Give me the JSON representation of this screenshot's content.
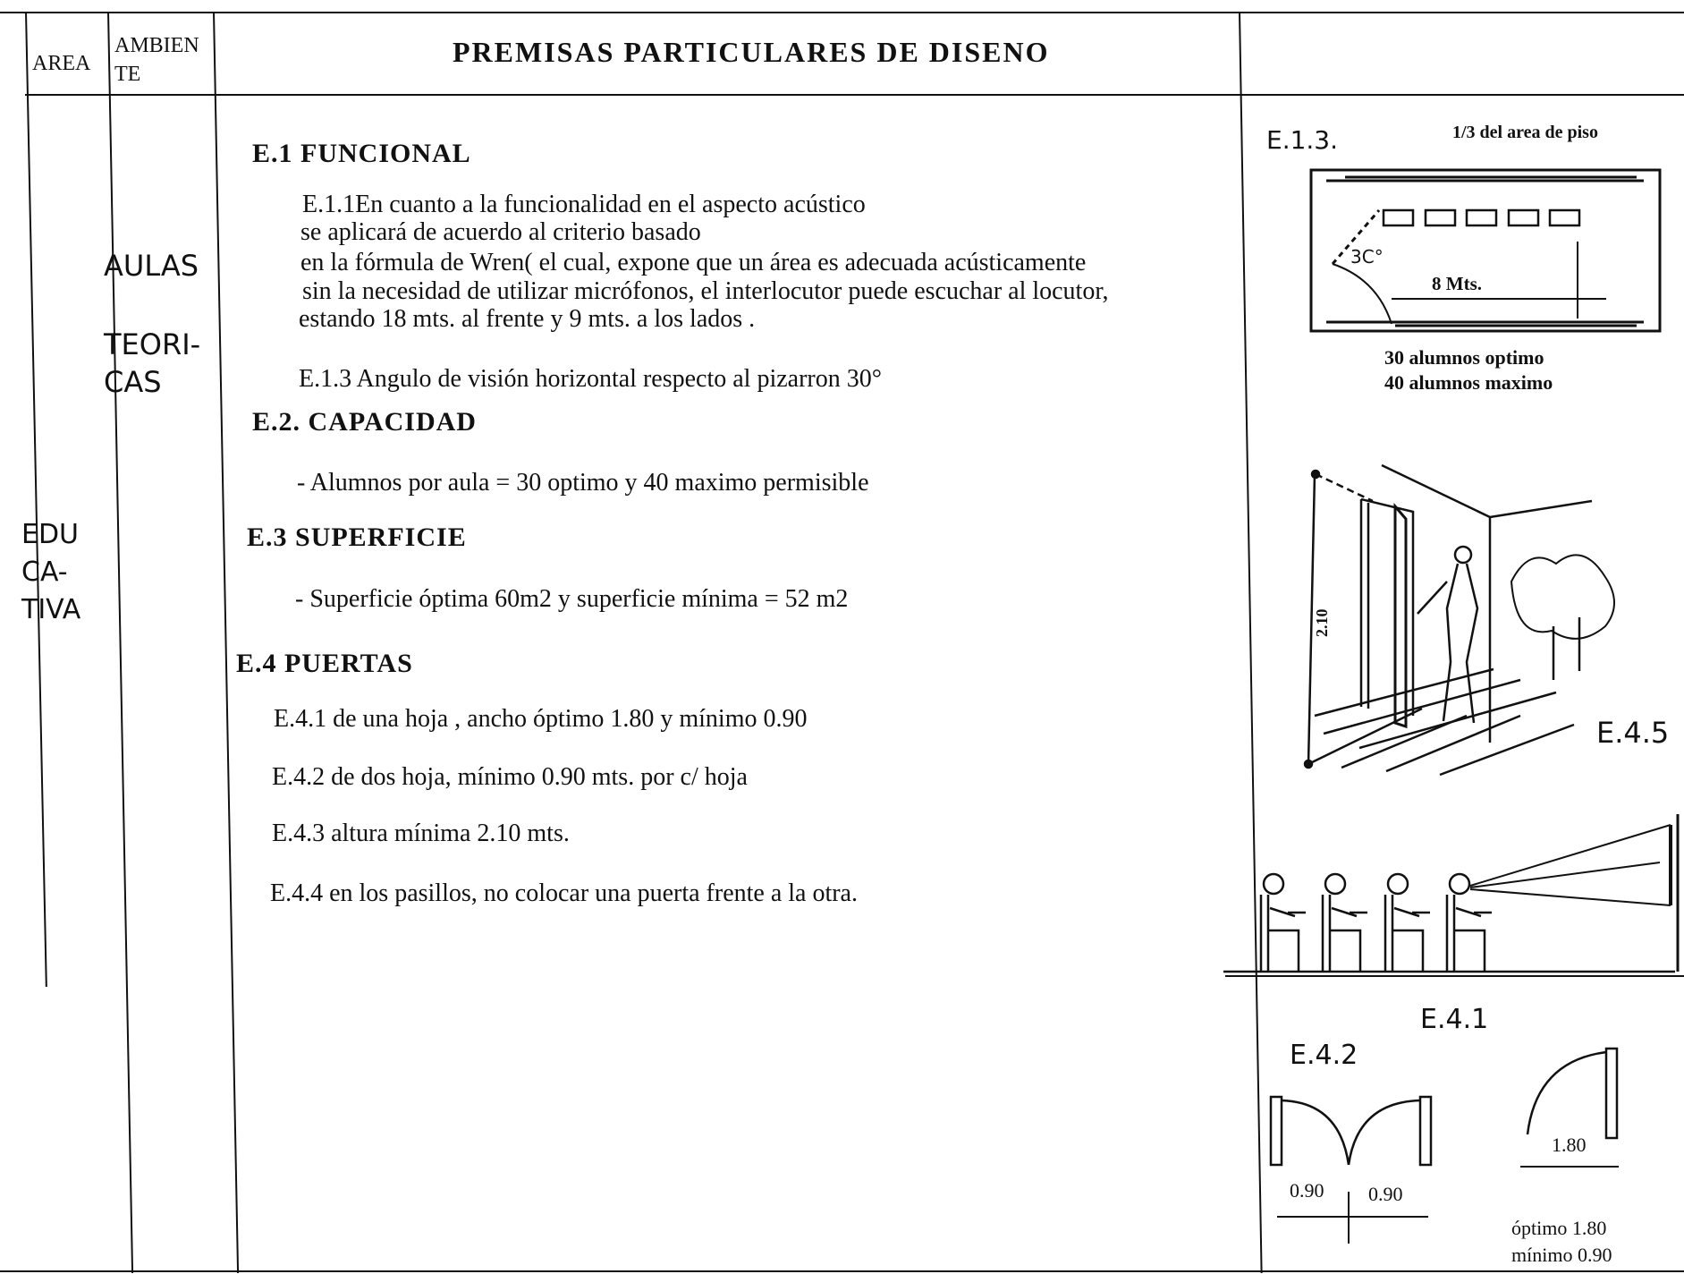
{
  "header": {
    "col_area": "AREA",
    "col_ambiente_line1": "AMBIEN",
    "col_ambiente_line2": "TE",
    "title": "PREMISAS PARTICULARES DE DISENO"
  },
  "area": {
    "line1": "EDU",
    "line2": "CA-",
    "line3": "TIVA"
  },
  "ambiente": {
    "line1": "AULAS",
    "line2": "TEORI-",
    "line3": "CAS"
  },
  "sections": {
    "funcional": {
      "heading": "E.1  FUNCIONAL",
      "p1_l1": "E.1.1En cuanto a la funcionalidad en el aspecto acústico",
      "p1_l2": "se aplicará de acuerdo al criterio basado",
      "p1_l3": "en la fórmula de Wren( el cual, expone  que un área es adecuada acústicamente",
      "p1_l4": "sin la necesidad de utilizar micrófonos, el interlocutor puede escuchar  al locutor,",
      "p1_l5": "estando 18 mts. al frente y 9 mts. a los lados .",
      "p2": "E.1.3 Angulo de visión horizontal respecto al pizarron   30°"
    },
    "capacidad": {
      "heading": "E.2.  CAPACIDAD",
      "p1": "- Alumnos por aula = 30 optimo y 40 maximo permisible"
    },
    "superficie": {
      "heading": "E.3  SUPERFICIE",
      "p1": "- Superficie óptima 60m2 y superficie mínima = 52 m2"
    },
    "puertas": {
      "heading": "E.4  PUERTAS",
      "p1": "E.4.1 de una hoja   , ancho  óptimo 1.80 y mínimo 0.90",
      "p2": "E.4.2 de dos hoja, mínimo 0.90 mts. por c/ hoja",
      "p3": "E.4.3 altura mínima 2.10 mts.",
      "p4": "E.4.4 en los pasillos, no colocar una puerta frente a la otra."
    }
  },
  "figures": {
    "e13": {
      "label": "E.1.3.",
      "note": "1/3 del area de piso",
      "angle": "3C°",
      "dist": "8 Mts.",
      "cap1": "30 alumnos optimo",
      "cap2": "40 alumnos maximo"
    },
    "e45": {
      "label": "E.4.5",
      "height": "2.10"
    },
    "e41": {
      "label": "E.4.1",
      "width": "1.80",
      "opt": "óptimo  1.80",
      "min": "mínimo  0.90"
    },
    "e42": {
      "label": "E.4.2",
      "left": "0.90",
      "right": "0.90"
    }
  }
}
